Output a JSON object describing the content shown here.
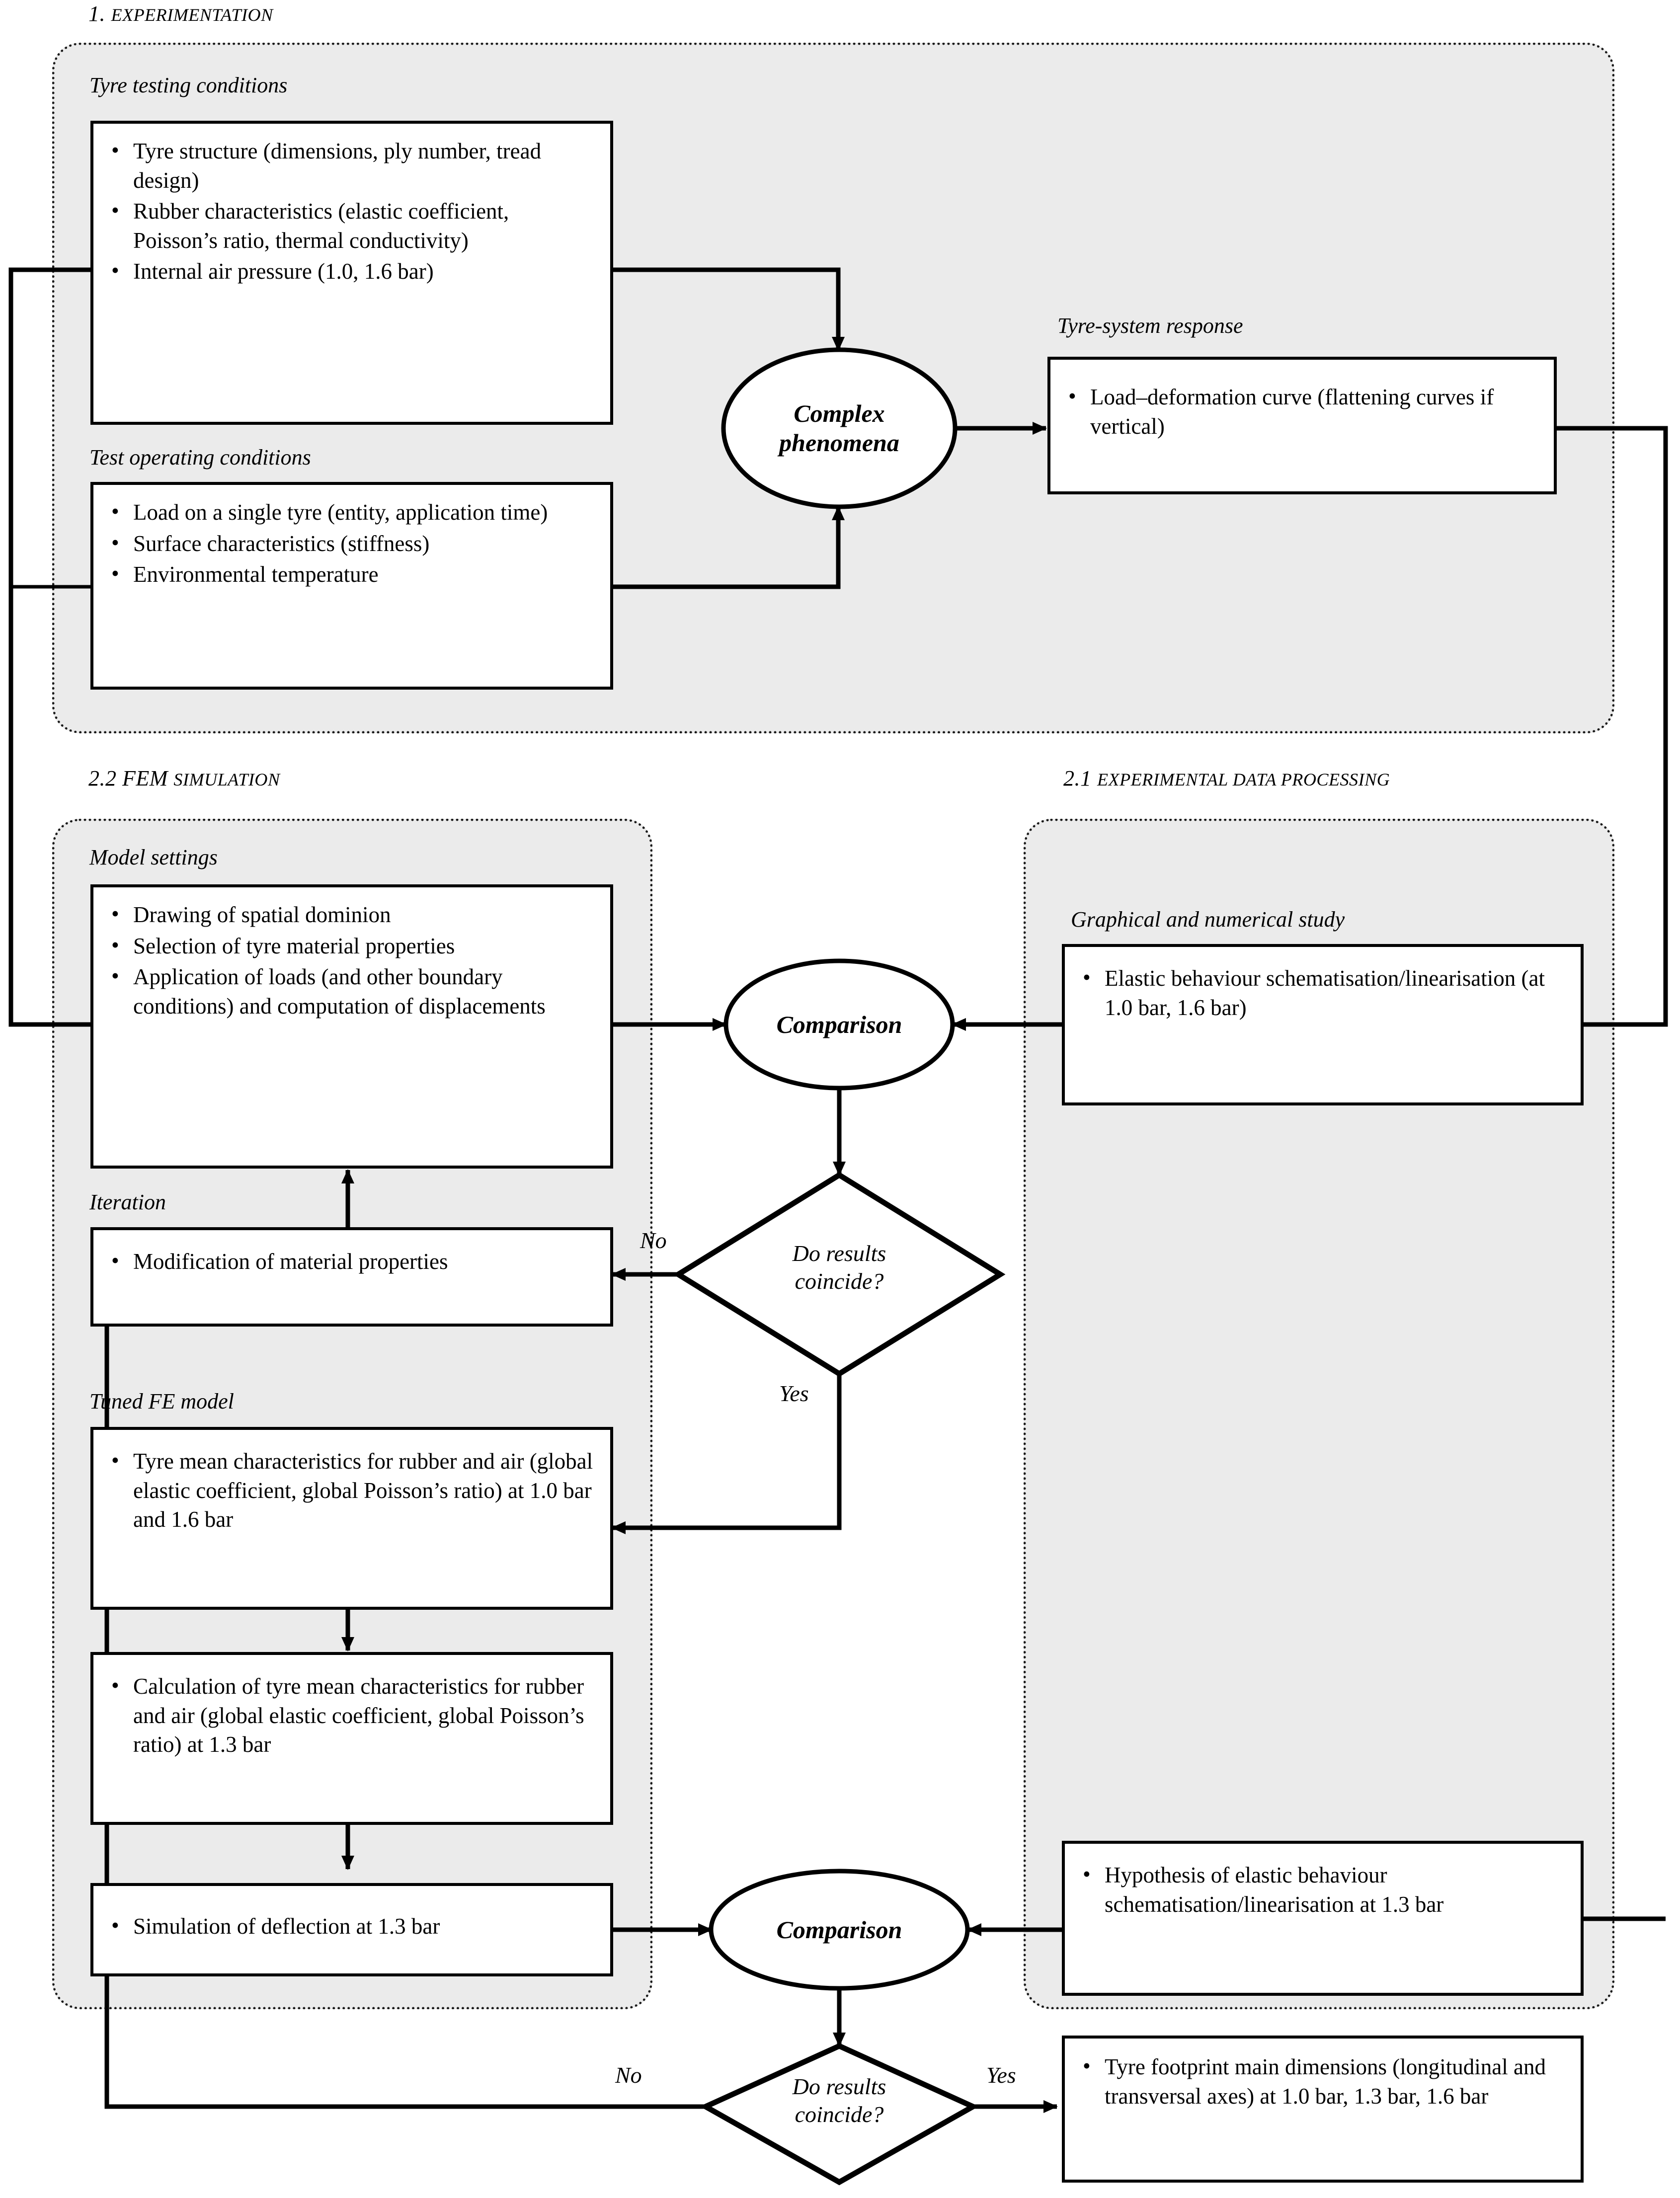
{
  "sections": {
    "experimentation": {
      "num": "1. ",
      "rest": "EXPERIMENTATION"
    },
    "fem_simulation": {
      "num": "2.2 ",
      "word1": "FEM ",
      "rest": "SIMULATION"
    },
    "data_processing": {
      "num": "2.1 ",
      "rest": "EXPERIMENTAL DATA PROCESSING"
    }
  },
  "groups": {
    "tyre_testing_conditions": "Tyre testing conditions",
    "test_operating_conditions": "Test operating conditions",
    "tyre_system_response": "Tyre-system response",
    "model_settings": "Model settings",
    "iteration": "Iteration",
    "tuned_fe_model": "Tuned FE model",
    "graphical_numerical_study": "Graphical and numerical study"
  },
  "boxes": {
    "tyre_testing": [
      "Tyre structure (dimensions, ply number, tread design)",
      "Rubber characteristics (elastic coefficient, Poisson’s ratio, thermal conductivity)",
      "Internal air pressure (1.0, 1.6 bar)"
    ],
    "test_operating": [
      "Load on a single tyre (entity, application time)",
      "Surface characteristics (stiffness)",
      "Environmental temperature"
    ],
    "tyre_response": [
      "Load–deformation curve (flattening curves if vertical)"
    ],
    "model_settings": [
      "Drawing of spatial dominion",
      "Selection of tyre material properties",
      "Application of loads (and other boundary conditions) and computation of displacements"
    ],
    "iteration": [
      "Modification of material properties"
    ],
    "tuned_fe_1": [
      "Tyre mean characteristics for rubber and air (global elastic coefficient, global Poisson’s ratio) at 1.0 bar and 1.6 bar"
    ],
    "tuned_fe_2": [
      "Calculation of tyre mean characteristics for rubber and air (global elastic coefficient, global Poisson’s ratio) at 1.3 bar"
    ],
    "tuned_fe_3": [
      "Simulation of deflection at 1.3 bar"
    ],
    "graphical_study": [
      "Elastic behaviour schematisation/linearisation (at 1.0 bar, 1.6 bar)"
    ],
    "hypothesis": [
      "Hypothesis of elastic behaviour schematisation/linearisation at 1.3 bar"
    ],
    "footprint": [
      "Tyre footprint main dimensions (longitudinal and transversal axes) at 1.0 bar, 1.3 bar, 1.6 bar"
    ]
  },
  "nodes": {
    "complex_phenomena_l1": "Complex",
    "complex_phenomena_l2": "phenomena",
    "comparison_upper": "Comparison",
    "comparison_lower": "Comparison",
    "decision_upper_l1": "Do results",
    "decision_upper_l2": "coincide?",
    "decision_lower_l1": "Do results",
    "decision_lower_l2": "coincide?"
  },
  "edge_labels": {
    "no_upper": "No",
    "yes_upper": "Yes",
    "no_lower": "No",
    "yes_lower": "Yes"
  },
  "bullet": "•",
  "colors": {
    "panel_fill": "#ebebeb",
    "panel_border": "#1a1a1a",
    "stroke": "#000000",
    "box_fill": "#ffffff"
  }
}
